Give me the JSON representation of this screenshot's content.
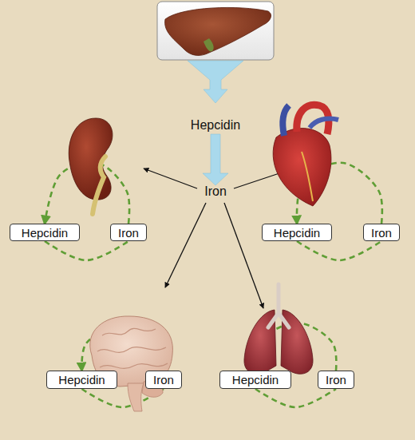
{
  "diagram": {
    "nodes": [
      {
        "text": [
          "Hepcidin"
        ]
      },
      {
        "text": [
          "Iron"
        ]
      },
      {
        "text": [
          "Hepcidin"
        ]
      },
      {
        "text": [
          "Iron"
        ]
      },
      {
        "text": [
          "Hepcidin"
        ]
      },
      {
        "text": [
          "Iron"
        ]
      },
      {
        "text": [
          "Hepcidin"
        ]
      },
      {
        "text": [
          "Iron"
        ]
      }
    ],
    "edges": [
      {
        "from": 0,
        "to": 1,
        "arrow": "none"
      },
      {
        "from": 1,
        "to": 0,
        "arrow": "to"
      },
      {
        "from": 2,
        "to": 3,
        "arrow": "none"
      },
      {
        "from": 3,
        "to": 2,
        "arrow": "to"
      },
      {
        "from": 4,
        "to": 5,
        "arrow": "none"
      },
      {
        "from": 5,
        "to": 4,
        "arrow": "to"
      },
      {
        "from": 6,
        "to": 7,
        "arrow": "none"
      },
      {
        "from": 7,
        "to": 6,
        "arrow": "to"
      }
    ],
    "labels": [
      "Hepcidin",
      "Iron"
    ]
  }
}
